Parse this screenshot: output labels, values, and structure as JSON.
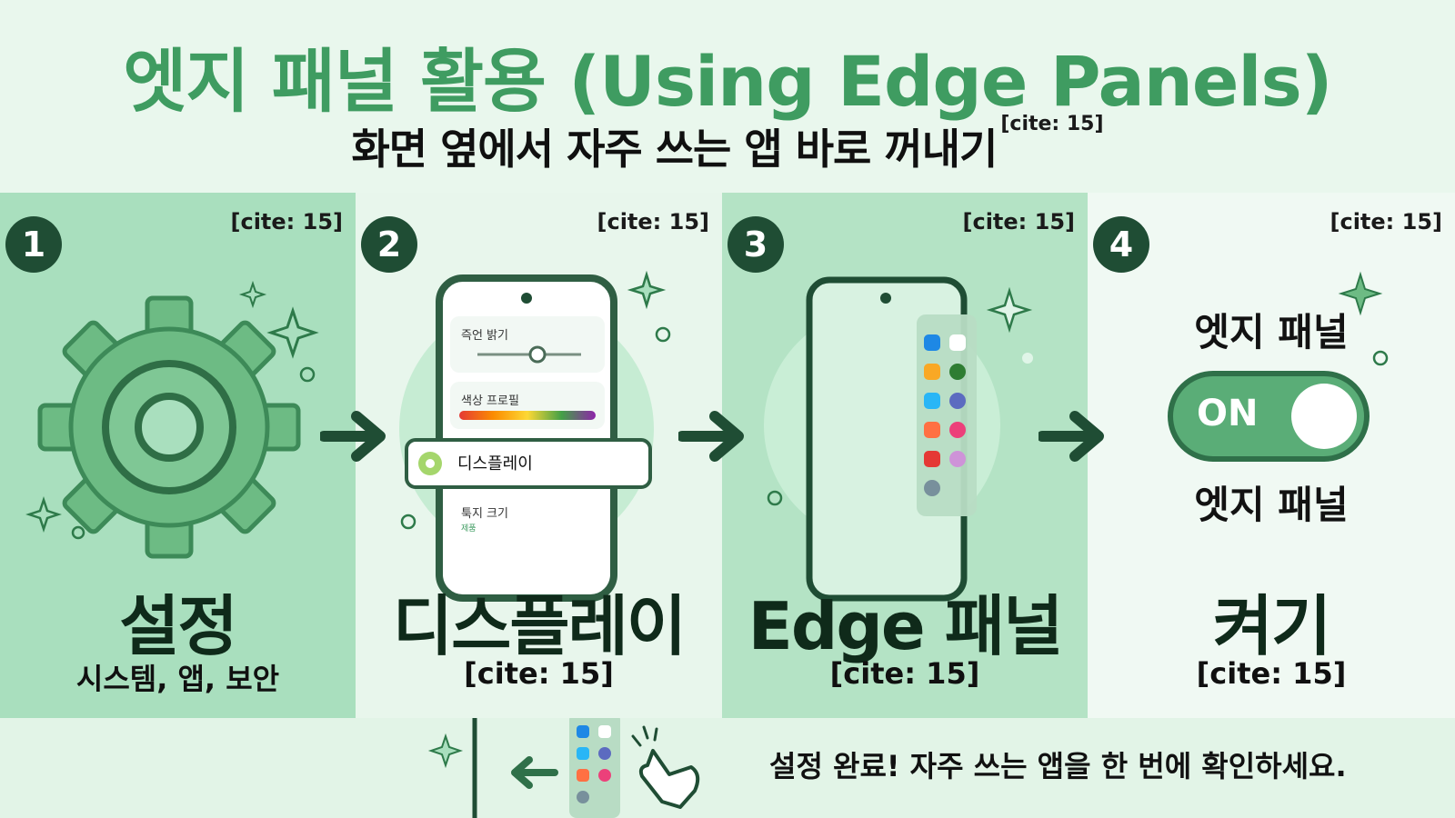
{
  "header": {
    "title": "엣지 패널 활용 (Using Edge Panels)",
    "subtitle": "화면 옆에서 자주 쓰는 앱 바로 꺼내기",
    "subtitle_cite": "[cite: 15]"
  },
  "steps": [
    {
      "number": "1",
      "cite_corner": "[cite: 15]",
      "label": "설정",
      "sublabel": "시스템, 앱, 보안",
      "icon": "gear-icon"
    },
    {
      "number": "2",
      "cite_corner": "[cite: 15]",
      "label": "디스플레이",
      "sublabel": "[cite: 15]",
      "icon": "phone-settings-icon",
      "phone": {
        "row1": "즉언 밝기",
        "row2": "색상 프로필",
        "highlight": "디스플레이",
        "row4": "툭지 크기",
        "row4_sub": "제품"
      }
    },
    {
      "number": "3",
      "cite_corner": "[cite: 15]",
      "label": "Edge 패널",
      "sublabel": "[cite: 15]",
      "icon": "phone-edge-panel-icon"
    },
    {
      "number": "4",
      "cite_corner": "[cite: 15]",
      "label": "켜기",
      "sublabel": "[cite: 15]",
      "icon": "toggle-icon",
      "toggle_top": "엣지 패널",
      "toggle_text": "ON",
      "toggle_bottom": "엣지 패널"
    }
  ],
  "footer": {
    "text": "설정 완료! 자주 쓰는 앱을 한 번에 확인하세요."
  },
  "colors": {
    "accent": "#3f9c61",
    "dark_green": "#1f4d34",
    "panel_1": "#a9dfbe",
    "panel_2": "#e8f6ec",
    "panel_3": "#b4e3c5",
    "panel_4": "#f0f9f3"
  }
}
